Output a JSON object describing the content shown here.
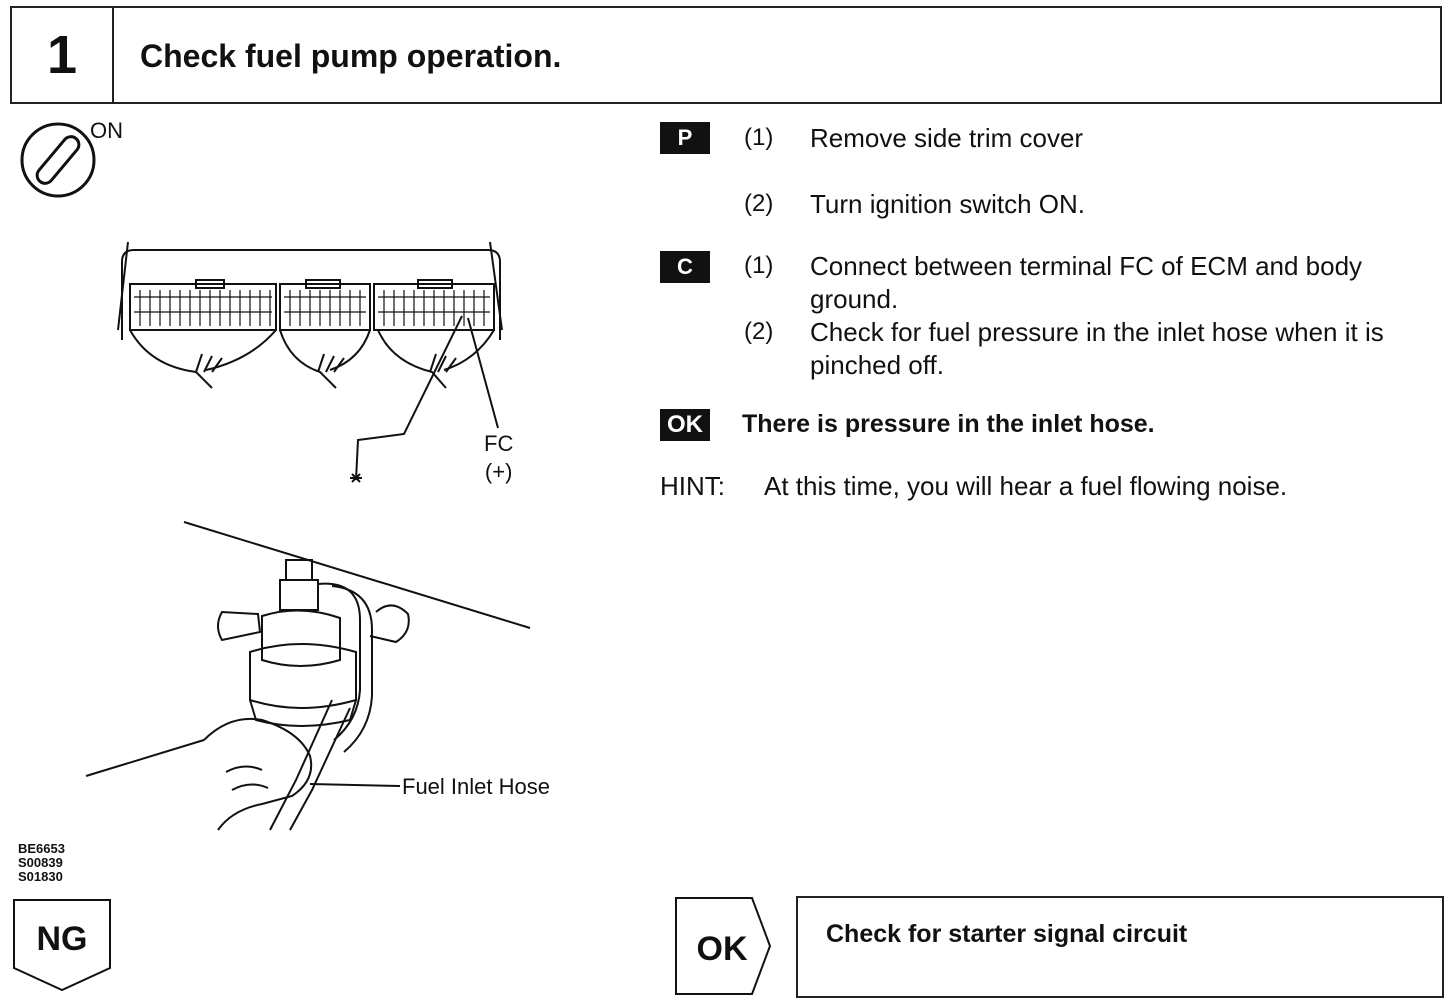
{
  "header": {
    "step_number": "1",
    "title": "Check fuel pump operation."
  },
  "figure": {
    "ignition_label": "ON",
    "fc_label": "FC",
    "fc_polarity": "(+)",
    "hose_label": "Fuel Inlet Hose",
    "codes": [
      "BE6653",
      "S00839",
      "S01830"
    ],
    "icons": [
      "ignition-switch-icon",
      "ecm-connector-drawing",
      "fuel-pump-drawing"
    ]
  },
  "instructions": {
    "p_badge": "P",
    "p_steps": [
      {
        "num": "(1)",
        "text": "Remove side trim cover"
      },
      {
        "num": "(2)",
        "text": "Turn ignition switch ON."
      }
    ],
    "c_badge": "C",
    "c_steps": [
      {
        "num": "(1)",
        "text": "Connect between terminal FC of ECM and body ground."
      },
      {
        "num": "(2)",
        "text": "Check for fuel pressure in the inlet hose when it is pinched off."
      }
    ],
    "ok_badge": "OK",
    "ok_text": "There is pressure in the inlet hose.",
    "hint_label": "HINT:",
    "hint_text": "At this time, you will hear a fuel flowing noise."
  },
  "results": {
    "ng_label": "NG",
    "ok_label": "OK",
    "ok_next": "Check for starter signal circuit"
  }
}
